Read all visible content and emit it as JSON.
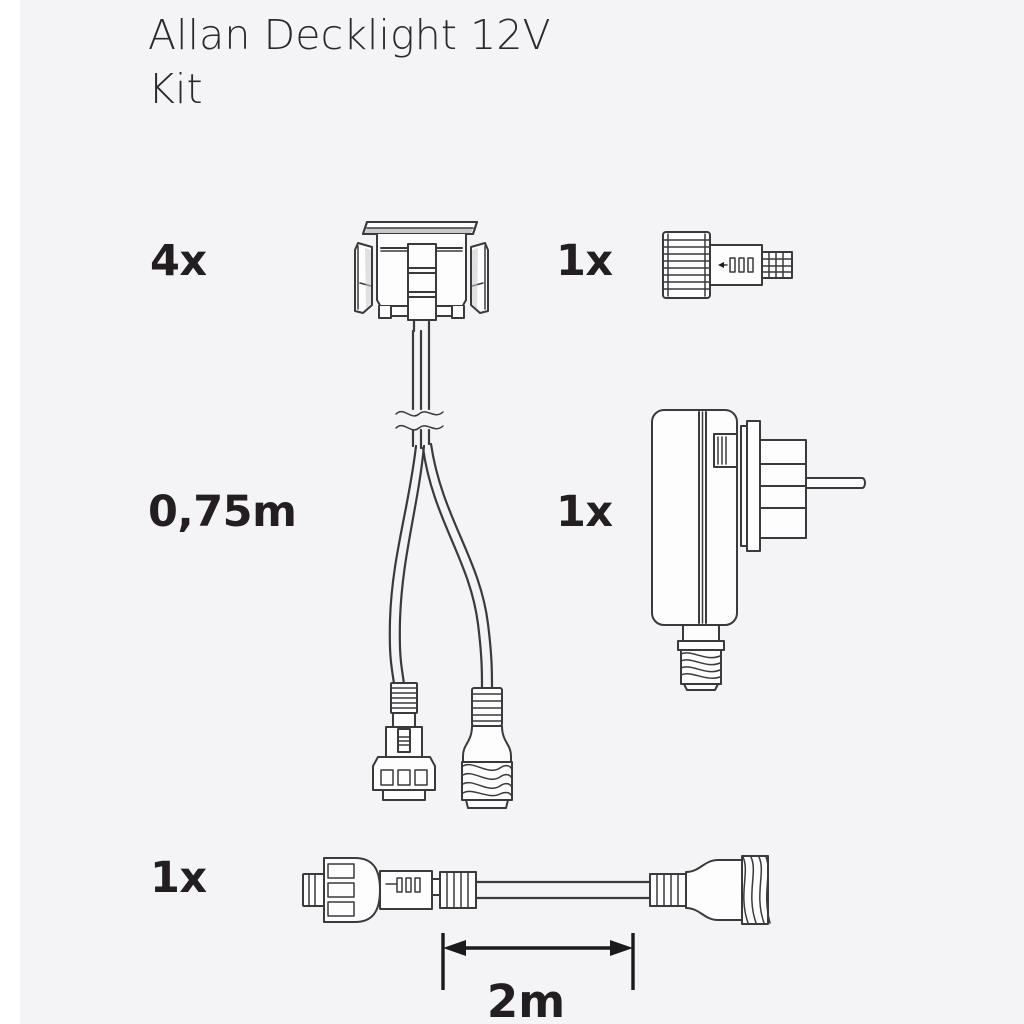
{
  "document": {
    "title": "Allan Decklight 12V Kit",
    "title_lines": "Allan Decklight 12V\nKit",
    "type": "product-kit-contents-diagram",
    "background_color": "#f4f4f6",
    "line_color": "#3a3a3a",
    "text_color": "#231f20"
  },
  "items": [
    {
      "id": "decklight-fixture",
      "name": "Recessed deck light fixture with lead cable",
      "quantity_label": "4x"
    },
    {
      "id": "end-cap-connector",
      "name": "Threaded end cap connector",
      "quantity_label": "1x"
    },
    {
      "id": "splitter-cable",
      "name": "Splitter / lead cable length",
      "quantity_label": "0,75m"
    },
    {
      "id": "power-adapter",
      "name": "12V plug-in power supply transformer",
      "quantity_label": "1x"
    },
    {
      "id": "extension-cable",
      "name": "Extension cable",
      "quantity_label": "1x"
    }
  ],
  "dimension": {
    "label": "2m",
    "applies_to": "extension-cable"
  }
}
